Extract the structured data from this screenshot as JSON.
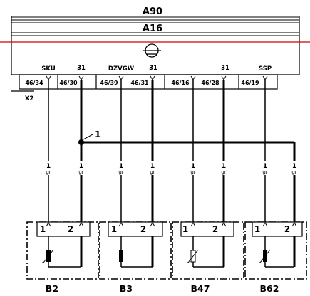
{
  "modules": {
    "outer": "A90",
    "inner": "A16"
  },
  "connector": {
    "label": "X2"
  },
  "pins": [
    {
      "signal": "SKU",
      "pin": "46/34"
    },
    {
      "signal": "31",
      "pin": "46/30"
    },
    {
      "signal": "DZVGW",
      "pin": "46/39"
    },
    {
      "signal": "31",
      "pin": "46/31"
    },
    {
      "signal": "",
      "pin": "46/16"
    },
    {
      "signal": "31",
      "pin": "46/28"
    },
    {
      "signal": "SSP",
      "pin": "46/19"
    }
  ],
  "junction": {
    "label": "1"
  },
  "wires": [
    {
      "num": "1",
      "color": "gr"
    },
    {
      "num": "1",
      "color": "gr"
    },
    {
      "num": "1",
      "color": "gr"
    },
    {
      "num": "1",
      "color": "gr"
    },
    {
      "num": "1",
      "color": "gr"
    },
    {
      "num": "1",
      "color": "gr"
    },
    {
      "num": "1",
      "color": "gr"
    },
    {
      "num": "1",
      "color": "gr"
    }
  ],
  "components": [
    {
      "name": "B2",
      "pin1": "1",
      "pin2": "2"
    },
    {
      "name": "B3",
      "pin1": "1",
      "pin2": "2"
    },
    {
      "name": "B47",
      "pin1": "1",
      "pin2": "2"
    },
    {
      "name": "B62",
      "pin1": "1",
      "pin2": "2"
    }
  ],
  "colors": {
    "line": "#000000",
    "separator": "#d40000",
    "box_fill": "#ffffff"
  }
}
